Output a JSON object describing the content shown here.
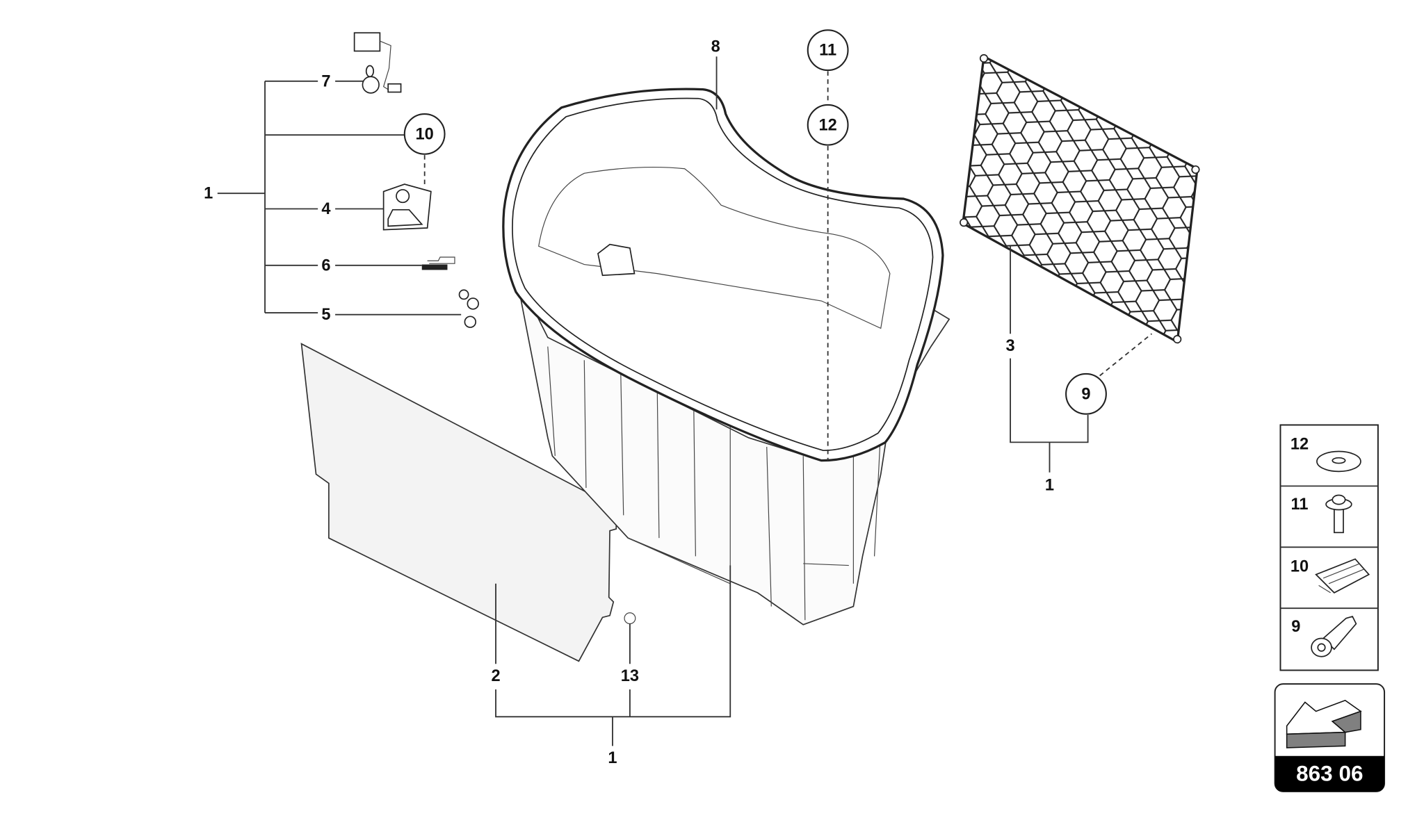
{
  "diagram": {
    "callouts": {
      "left_group_parent": "1",
      "part_7": "7",
      "part_10_circle": "10",
      "part_4": "4",
      "part_6": "6",
      "part_5": "5",
      "part_8": "8",
      "part_11_circle": "11",
      "part_12_circle": "12",
      "part_3": "3",
      "part_9_circle": "9",
      "net_group_parent": "1",
      "part_2": "2",
      "part_13": "13",
      "bottom_group_parent": "1"
    },
    "legend": [
      {
        "number": "12",
        "icon": "washer-icon"
      },
      {
        "number": "11",
        "icon": "screw-icon"
      },
      {
        "number": "10",
        "icon": "clip-icon"
      },
      {
        "number": "9",
        "icon": "expansion-rivet-icon"
      }
    ],
    "badge": {
      "code": "863 06",
      "icon": "direction-arrow-icon",
      "accent": "#808080"
    }
  }
}
